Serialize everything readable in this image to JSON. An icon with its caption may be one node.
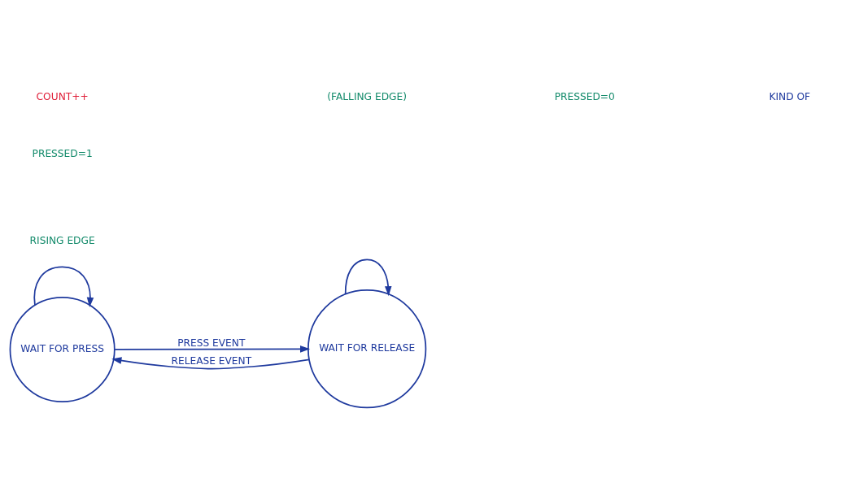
{
  "diagram": {
    "nodes": [
      {
        "text": [
          "WAIT FOR PRESS"
        ]
      },
      {
        "text": [
          "WAIT FOR RELEASE"
        ]
      }
    ],
    "edges": [
      {
        "from": 0,
        "to": 0,
        "arrow": "to"
      },
      {
        "from": 0,
        "to": 1,
        "arrow": "to",
        "label": "PRESS EVENT"
      },
      {
        "from": 1,
        "to": 1,
        "arrow": "to"
      },
      {
        "from": 1,
        "to": 0,
        "arrow": "to",
        "label": "RELEASE EVENT"
      }
    ],
    "labels": [
      "PRESSED=1",
      "RISING EDGE",
      "COUNT++",
      "(FALLING EDGE)",
      "PRESSED=0",
      "KIND OF"
    ]
  }
}
